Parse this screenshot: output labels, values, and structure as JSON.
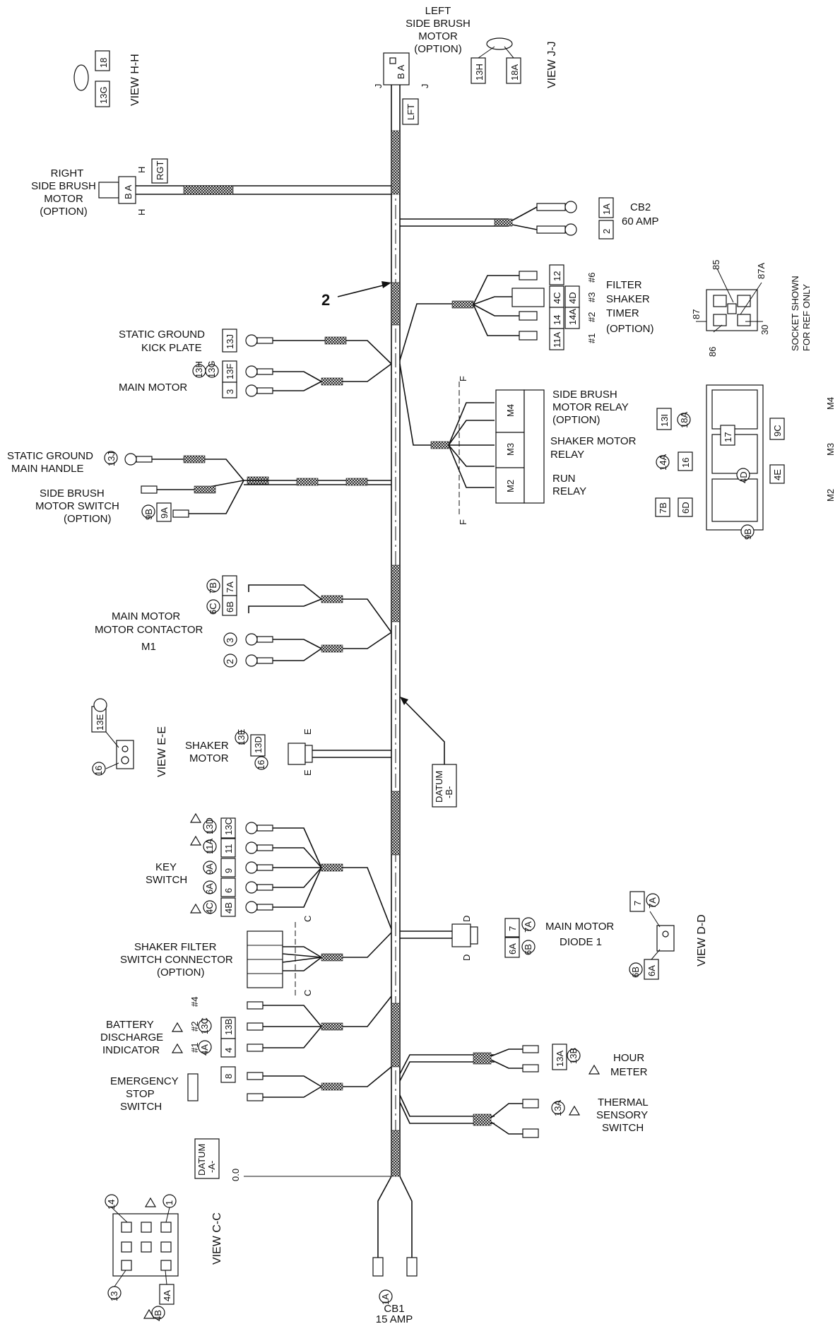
{
  "left_side_brush": {
    "l1": "LEFT",
    "l2": "SIDE BRUSH",
    "l3": "MOTOR",
    "l4": "(OPTION)"
  },
  "right_side_brush": {
    "l1": "RIGHT",
    "l2": "SIDE BRUSH",
    "l3": "MOTOR",
    "l4": "(OPTION)"
  },
  "view_hh": "VIEW H-H",
  "view_jj": "VIEW J-J",
  "view_ee": "VIEW E-E",
  "view_dd": "VIEW D-D",
  "view_cc": "VIEW C-C",
  "cb2": {
    "l1": "CB2",
    "l2": "60 AMP"
  },
  "cb1": {
    "l1": "CB1",
    "l2": "15 AMP"
  },
  "callout_2": "2",
  "filter_shaker_timer": {
    "l1": "FILTER",
    "l2": "SHAKER",
    "l3": "TIMER",
    "l4": "(OPTION)"
  },
  "socket_note": {
    "l1": "SOCKET SHOWN",
    "l2": "FOR REF ONLY"
  },
  "relay_pins": {
    "p85": "85",
    "p87a": "87A",
    "p87": "87",
    "p86": "86",
    "p30": "30"
  },
  "static_ground_kick": {
    "l1": "STATIC   GROUND",
    "l2": "KICK  PLATE"
  },
  "main_motor": "MAIN MOTOR",
  "side_brush_relay": {
    "l1": "SIDE BRUSH",
    "l2": "MOTOR RELAY",
    "l3": "(OPTION)"
  },
  "shaker_motor_relay": {
    "l1": "SHAKER MOTOR",
    "l2": "RELAY"
  },
  "run_relay": {
    "l1": "RUN",
    "l2": "RELAY"
  },
  "relay_tags": {
    "m4": "M4",
    "m3": "M3",
    "m2": "M2"
  },
  "static_ground_main": {
    "l1": "STATIC  GROUND",
    "l2": "MAIN  HANDLE"
  },
  "side_brush_switch": {
    "l1": "SIDE  BRUSH",
    "l2": "MOTOR SWITCH",
    "l3": "(OPTION)"
  },
  "main_motor_contactor": {
    "l1": "MAIN MOTOR",
    "l2": "MOTOR CONTACTOR",
    "l3": "M1"
  },
  "shaker_motor": {
    "l1": "SHAKER",
    "l2": "MOTOR"
  },
  "datum_b": {
    "l1": "DATUM",
    "l2": "-B-"
  },
  "datum_a": {
    "l1": "DATUM",
    "l2": "-A-"
  },
  "datum_value": "0.0",
  "key_switch": {
    "l1": "KEY",
    "l2": "SWITCH"
  },
  "main_motor_diode": {
    "l1": "MAIN MOTOR",
    "l2": "DIODE 1"
  },
  "shaker_filter_switch": {
    "l1": "SHAKER  FILTER",
    "l2": "SWITCH  CONNECTOR",
    "l3": "(OPTION)"
  },
  "battery_indicator": {
    "l1": "BATTERY",
    "l2": "DISCHARGE",
    "l3": "INDICATOR"
  },
  "hour_meter": {
    "l1": "HOUR",
    "l2": "METER"
  },
  "emergency_stop": {
    "l1": "EMERGENCY",
    "l2": "STOP",
    "l3": "SWITCH"
  },
  "thermal_switch": {
    "l1": "THERMAL",
    "l2": "SENSORY",
    "l3": "SWITCH"
  },
  "section_letters": {
    "j": "J",
    "h": "H",
    "f": "F",
    "e": "E",
    "d": "D",
    "c": "C"
  },
  "connector_labels": {
    "lft": "LFT",
    "rgt": "RGT",
    "ba": "B A"
  },
  "pin_positions": {
    "p1": "#1",
    "p2": "#2",
    "p3": "#3",
    "p4": "#4",
    "p6": "#6"
  },
  "wire_ids": {
    "w1a": "1A",
    "w2": "2",
    "w12": "12",
    "w4c": "4C",
    "w14": "14",
    "w4d": "4D",
    "w14a": "14A",
    "w11a": "11A",
    "w13j": "13J",
    "w13h": "13H",
    "w13g": "13G",
    "w13f": "13F",
    "w3": "3",
    "w18": "18",
    "w18a": "18A",
    "w13i": "13I",
    "w13f2": "13F",
    "w17": "17",
    "w9c": "9C",
    "w16": "16",
    "w4e": "4E",
    "w7b": "7B",
    "w6d": "6D",
    "w6c": "6C",
    "w9b": "9B",
    "w9a": "9A",
    "w7a": "7A",
    "w6b": "6B",
    "w6c2": "6C",
    "w13e": "13E",
    "w13d": "13D",
    "w13c": "13C",
    "w11": "11",
    "w9": "9",
    "w6": "6",
    "w6a": "6A",
    "w4b": "4B",
    "w4a": "4A",
    "w4": "4",
    "w13b": "13B",
    "w7": "7",
    "w8": "8",
    "w13a": "13A",
    "w1": "1",
    "w13": "13",
    "w4d2": "4D",
    "w11b": "11",
    "w6e": "6"
  }
}
